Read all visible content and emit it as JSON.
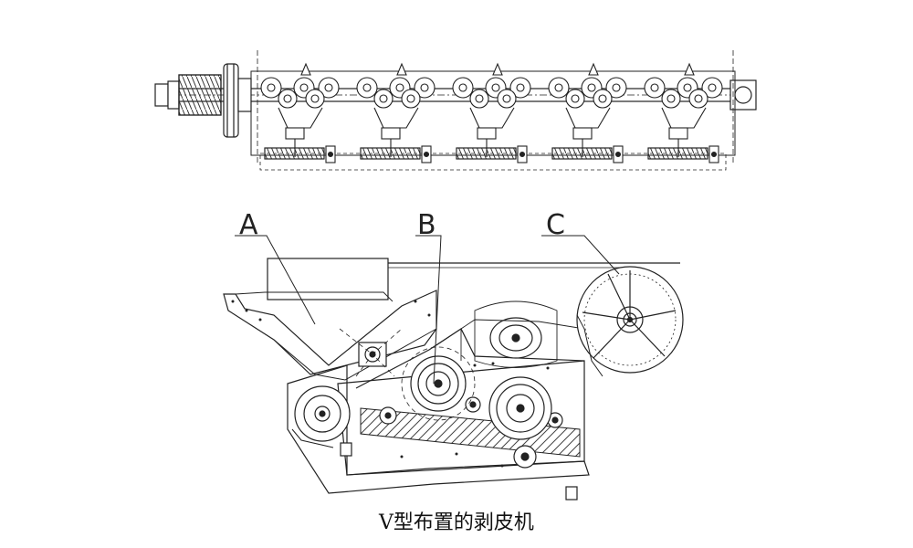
{
  "caption": "V型布置的剥皮机",
  "labels": {
    "a": "A",
    "b": "B",
    "c": "C"
  },
  "colors": {
    "line": "#222222",
    "background": "#ffffff"
  }
}
